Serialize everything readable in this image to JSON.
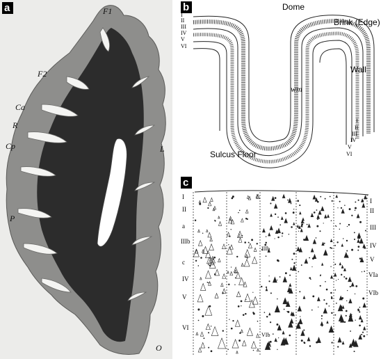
{
  "panel_a": {
    "letter": "a",
    "labels": [
      {
        "key": "f1",
        "text": "F1"
      },
      {
        "key": "f2",
        "text": "F2"
      },
      {
        "key": "ca",
        "text": "Ca"
      },
      {
        "key": "r",
        "text": "R"
      },
      {
        "key": "cp",
        "text": "Cp"
      },
      {
        "key": "p",
        "text": "P"
      },
      {
        "key": "l",
        "text": "L"
      },
      {
        "key": "o",
        "text": "O"
      }
    ]
  },
  "panel_b": {
    "letter": "b",
    "dome": "Dome",
    "brink": "Brink (Edge)",
    "wall": "Wall",
    "wm": "wm",
    "sulcus_floor": "Sulcus Floor",
    "layers_left": [
      "I",
      "II",
      "III",
      "IV",
      "V",
      "VI"
    ],
    "layers_right": [
      "I",
      "II",
      "III",
      "IV",
      "V",
      "VI"
    ]
  },
  "panel_c": {
    "letter": "c",
    "layers_left": [
      "I",
      "II",
      "a",
      "IIIb",
      "c",
      "IV",
      "V",
      "VI"
    ],
    "layers_right": [
      "I",
      "II",
      "III",
      "IV",
      "V",
      "VIa",
      "VIb"
    ],
    "inner_labels": [
      "IIIb",
      "VIb"
    ]
  }
}
